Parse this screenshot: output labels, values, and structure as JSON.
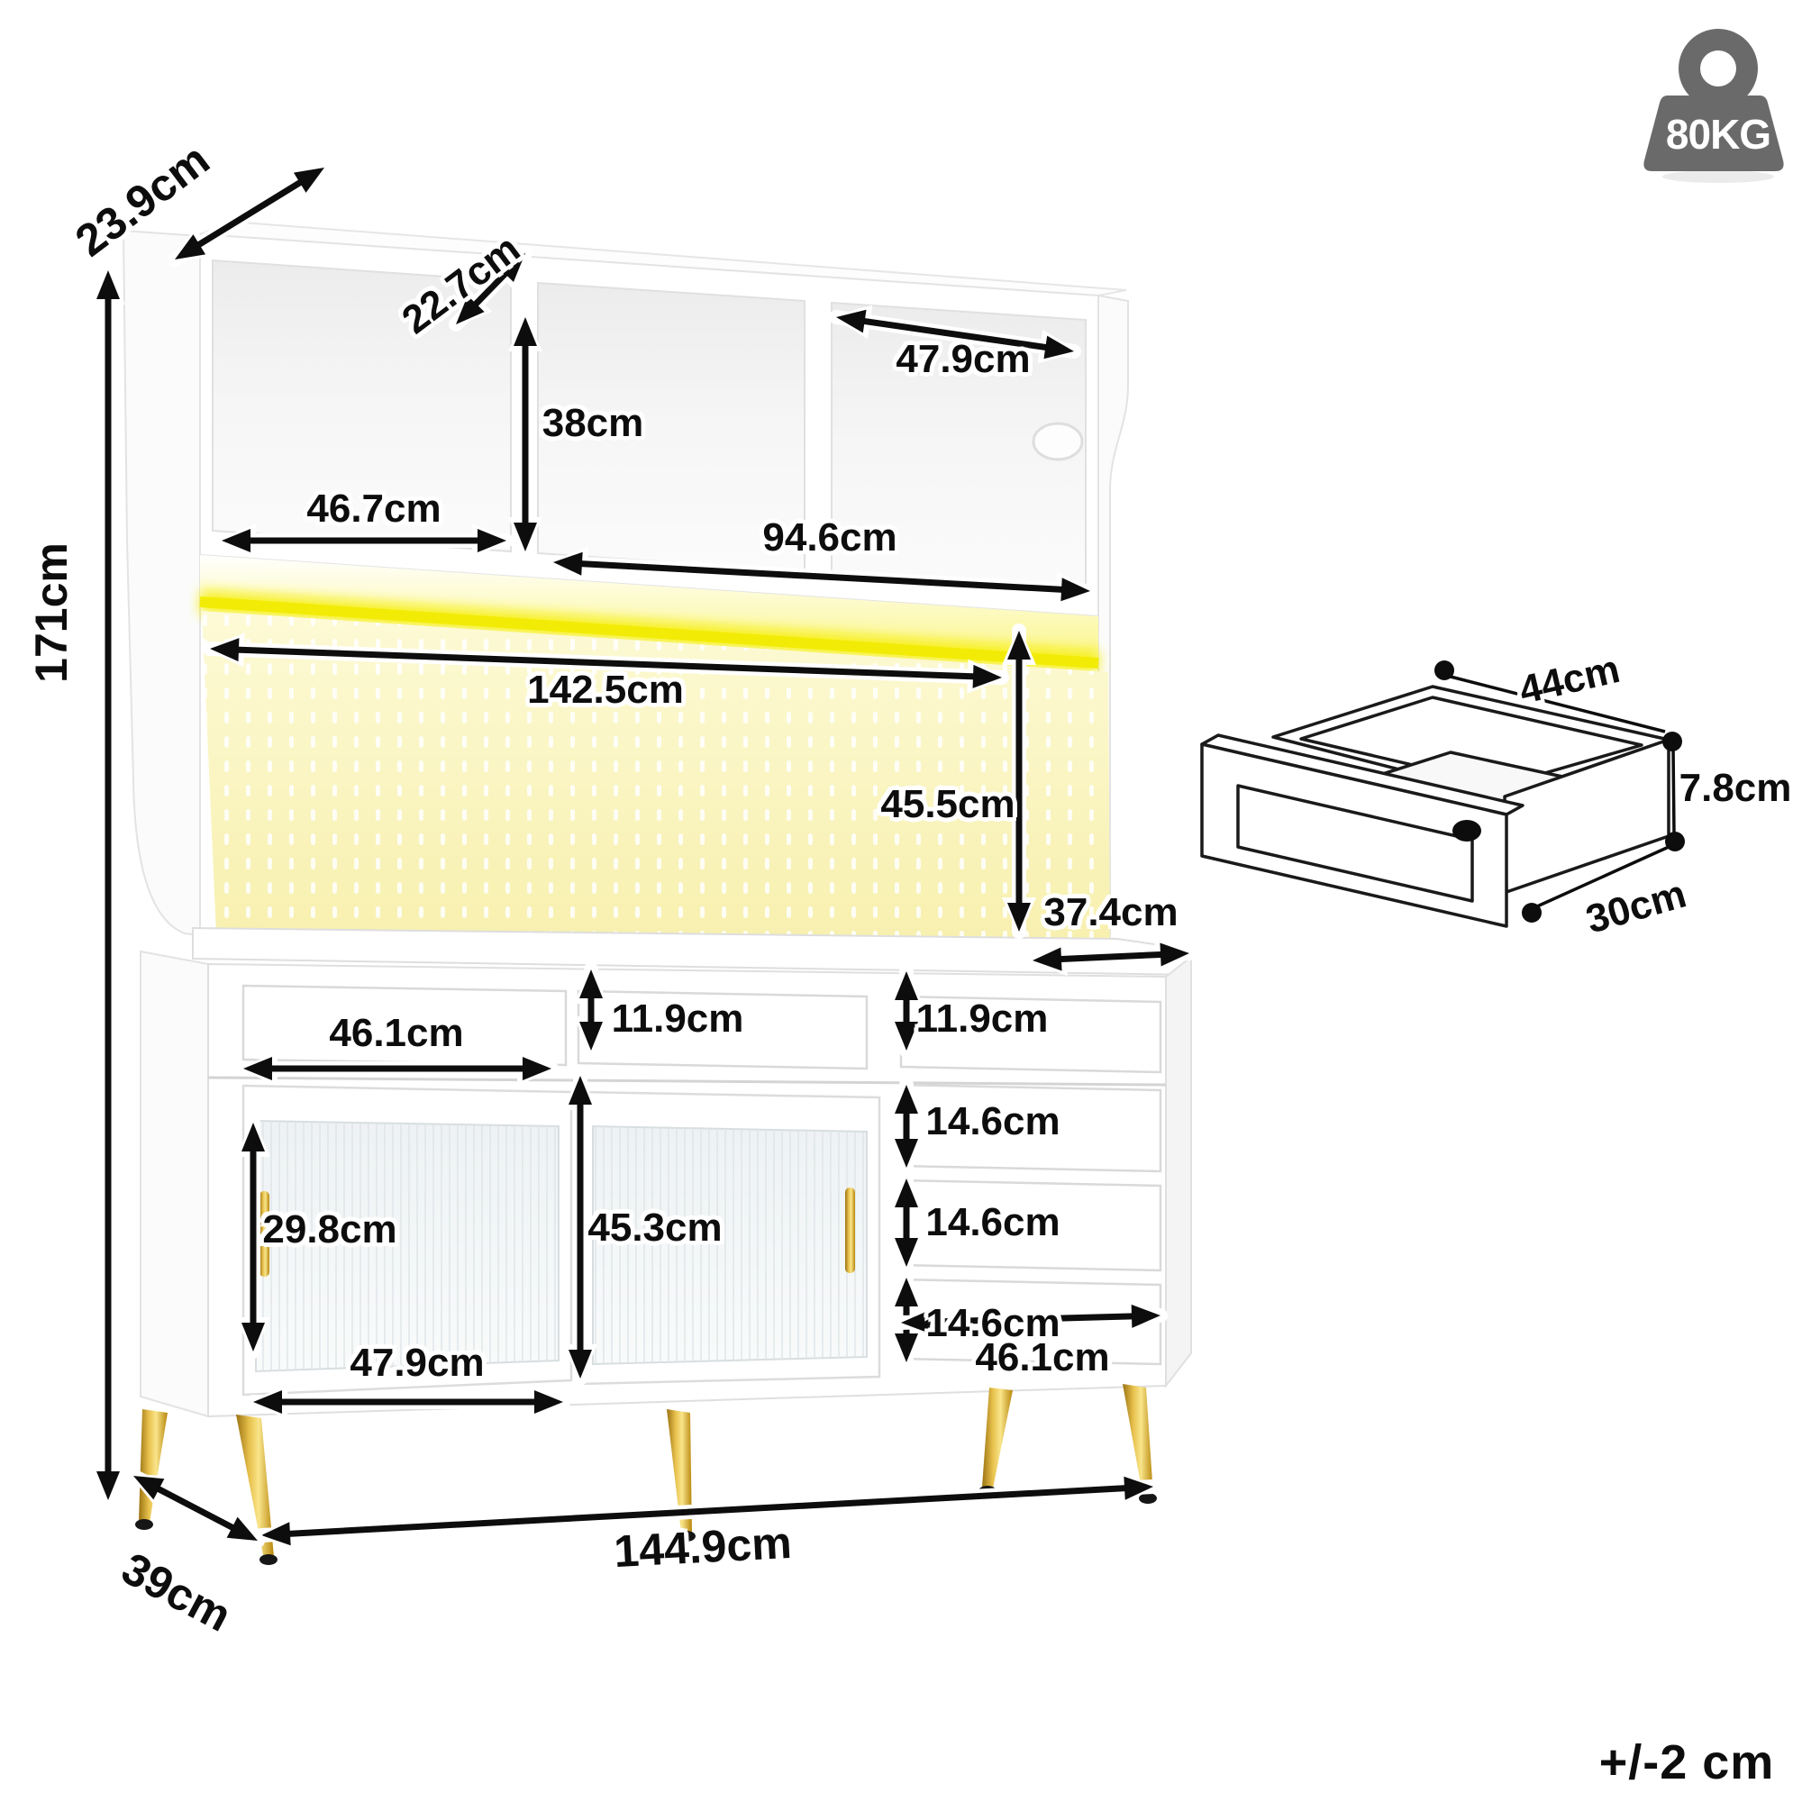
{
  "weight_badge": {
    "label": "80KG"
  },
  "tolerance_note": "+/-2 cm",
  "cabinet": {
    "overall": {
      "height": "171cm",
      "width": "144.9cm",
      "depth": "39cm",
      "hutch_depth": "23.9cm"
    },
    "hutch": {
      "left_cubby_width": "46.7cm",
      "shelf_depth": "22.7cm",
      "cubby_height": "38cm",
      "right_cubby_width": "47.9cm",
      "right_double_width": "94.6cm"
    },
    "pegboard": {
      "width": "142.5cm",
      "height": "45.5cm",
      "base_top_depth": "37.4cm"
    },
    "base": {
      "left_drawer_width": "46.1cm",
      "center_drawer_height": "11.9cm",
      "right_top_drawer_height": "11.9cm",
      "right_drawer_heights": [
        "14.6cm",
        "14.6cm",
        "14.6cm"
      ],
      "door_glass_height": "29.8cm",
      "door_opening_height": "45.3cm",
      "left_door_width": "47.9cm",
      "right_section_width": "46.1cm"
    },
    "drawer_detail": {
      "width": "44cm",
      "height": "7.8cm",
      "depth": "30cm"
    }
  }
}
